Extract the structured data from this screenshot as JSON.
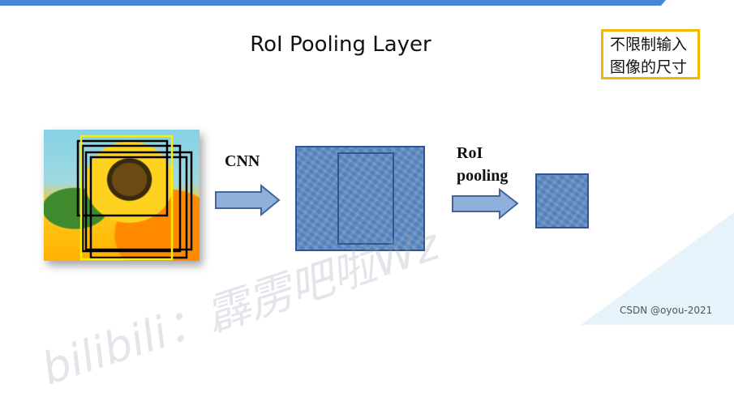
{
  "title": "RoI Pooling Layer",
  "note": {
    "line1": "不限制输入",
    "line2": "图像的尺寸"
  },
  "labels": {
    "cnn": "CNN",
    "roi_line1": "RoI",
    "roi_line2": "pooling"
  },
  "watermark": "bilibili：霹雳吧啦Wz",
  "credit": "CSDN @oyou-2021",
  "colors": {
    "top_bar": "#4a86d6",
    "note_border": "#f2b900",
    "feature_map": "#5f8cc7",
    "arrow_fill": "#8fb0da",
    "arrow_stroke": "#41659e",
    "proposal_outline": "#000000",
    "selected_proposal": "#f7f000"
  },
  "icons": {
    "input_image": "sunflower-image",
    "arrows": "right-block-arrow"
  }
}
